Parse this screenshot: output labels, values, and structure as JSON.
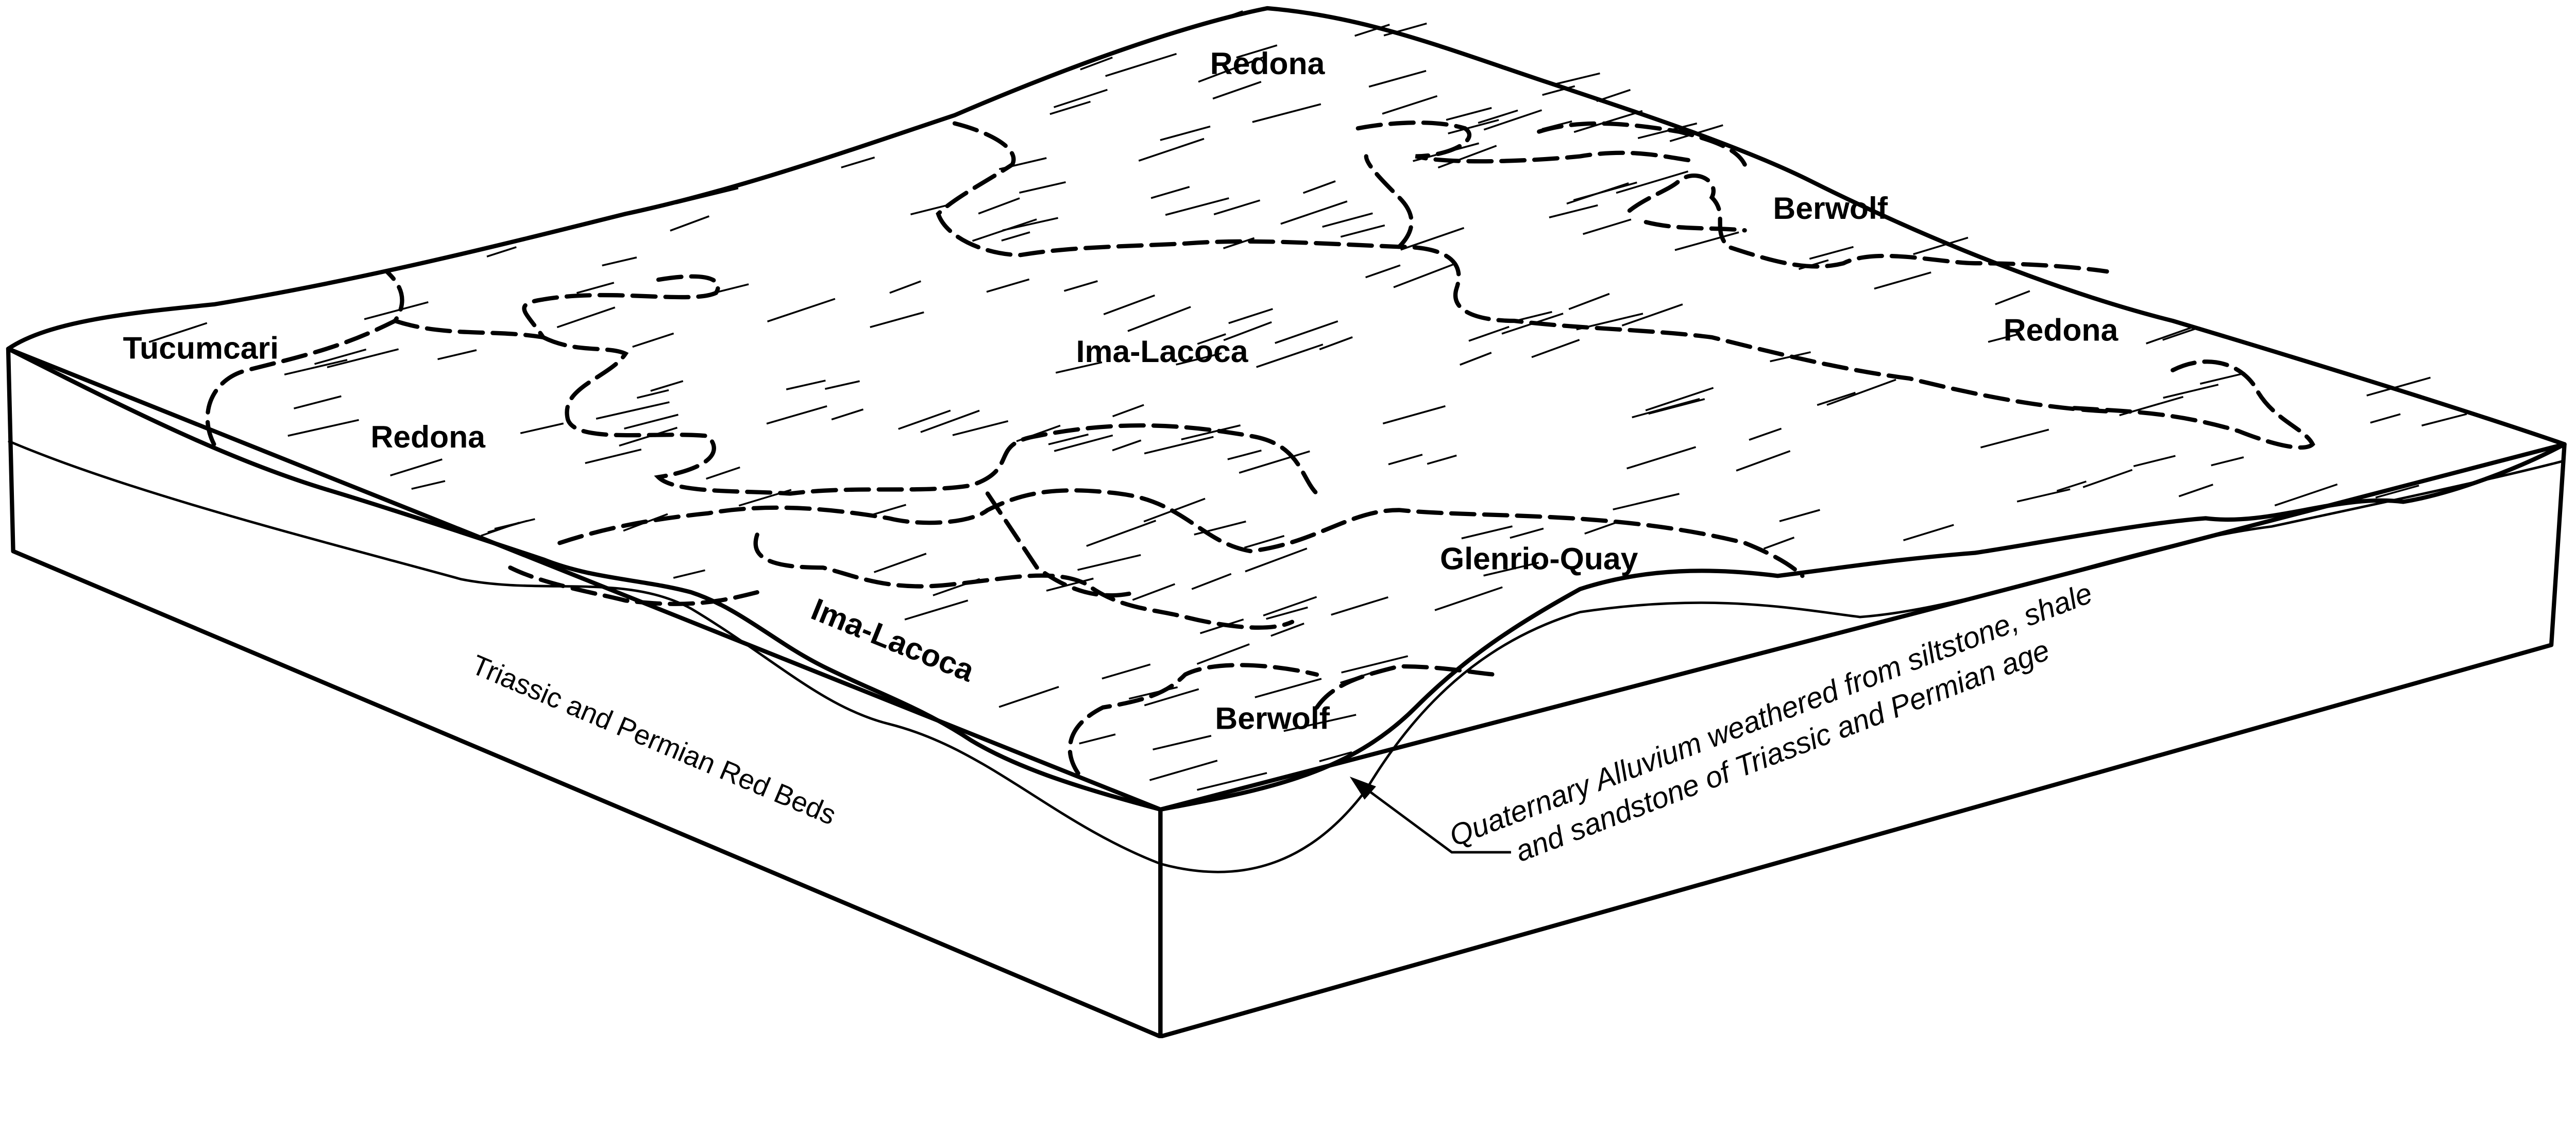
{
  "diagram": {
    "soil_labels": [
      "Redona",
      "Berwolf",
      "Redona",
      "Tucumcari",
      "Ima-Lacoca",
      "Redona",
      "Glenrio-Quay",
      "Ima-Lacoca",
      "Berwolf"
    ],
    "bedrock_label": "Triassic and Permian Red Beds",
    "alluvium_note": {
      "line1": "Quaternary Alluvium weathered from siltstone, shale",
      "line2": "and sandstone of Triassic and Permian age"
    },
    "colors": {
      "ink": "#000000",
      "background": "#ffffff"
    }
  }
}
